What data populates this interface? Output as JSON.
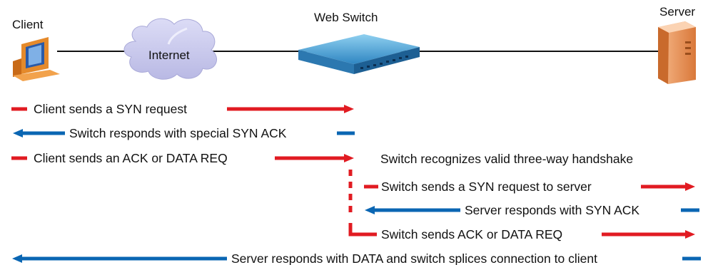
{
  "title_fragment": "",
  "colors": {
    "request": "#e11b22",
    "response": "#0a66b3",
    "line": "#111111",
    "cloud": "#c9c9ec",
    "device": "#4a9bd1",
    "server": "#f0a060",
    "client": "#e58a2b"
  },
  "nodes": {
    "client": "Client",
    "internet": "Internet",
    "switch": "Web Switch",
    "server": "Server"
  },
  "icons": {
    "client": "desktop-computer-icon",
    "internet": "cloud-icon",
    "switch": "network-switch-icon",
    "server": "server-tower-icon"
  },
  "messages": {
    "m1": "Client sends a SYN request",
    "m2": "Switch responds with special SYN ACK",
    "m3": "Client sends an ACK or DATA REQ",
    "m4": "Switch recognizes valid three-way handshake",
    "m5": "Switch sends a SYN request to server",
    "m6": "Server responds with SYN ACK",
    "m7": "Switch sends ACK or DATA REQ",
    "m8": "Server responds with DATA and switch splices connection to client"
  }
}
